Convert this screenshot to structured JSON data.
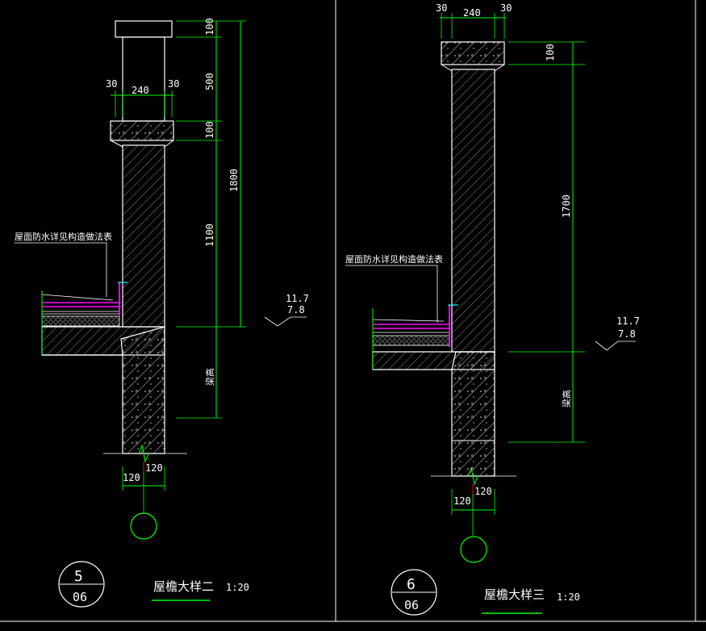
{
  "detail_left": {
    "title": "屋檐大样二",
    "scale": "1:20",
    "index_number": "5",
    "index_sheet": "06",
    "note": "屋面防水详见构造做法表",
    "dims_top": [
      "30",
      "240",
      "30"
    ],
    "dims_vertical_inner": [
      "100",
      "500",
      "100",
      "1100"
    ],
    "dim_total": "1800",
    "beam_label": "梁高",
    "dims_bottom": [
      "120",
      "120"
    ],
    "elev_top": "11.7",
    "elev_bottom": "7.8"
  },
  "detail_right": {
    "title": "屋檐大样三",
    "scale": "1:20",
    "index_number": "6",
    "index_sheet": "06",
    "note": "屋面防水详见构造做法表",
    "dims_top": [
      "30",
      "240",
      "30"
    ],
    "dims_vertical_inner": [
      "100"
    ],
    "dim_total": "1700",
    "beam_label": "梁高",
    "dims_bottom": [
      "120",
      "120"
    ],
    "elev_top": "11.7",
    "elev_bottom": "7.8"
  },
  "colors": {
    "background": "#000000",
    "outline": "#ffffff",
    "dimension": "#00ff00",
    "hatch": "#9a9a9a",
    "membrane": "#ff00ff",
    "marker": "#00ffff"
  }
}
